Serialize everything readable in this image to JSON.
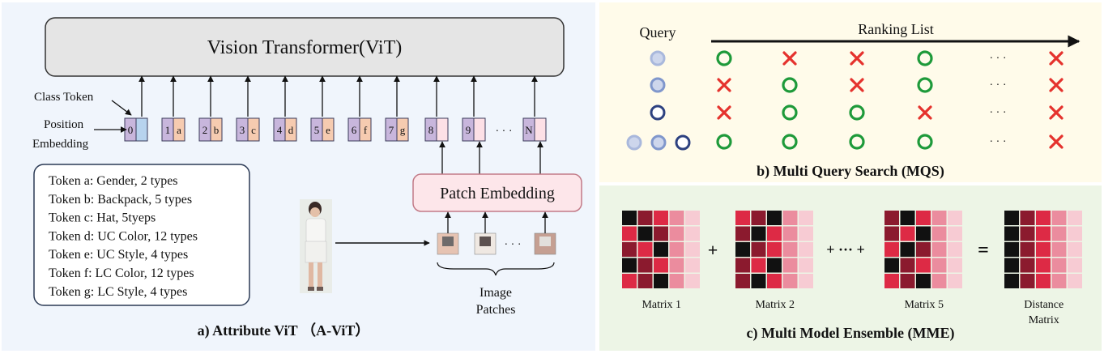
{
  "panel_a": {
    "vit_label": "Vision Transformer(ViT)",
    "class_token_label": "Class Token",
    "position_label_1": "Position",
    "position_label_2": "Embedding",
    "attribute_tokens": [
      {
        "num": "0",
        "letter": ""
      },
      {
        "num": "1",
        "letter": "a"
      },
      {
        "num": "2",
        "letter": "b"
      },
      {
        "num": "3",
        "letter": "c"
      },
      {
        "num": "4",
        "letter": "d"
      },
      {
        "num": "5",
        "letter": "e"
      },
      {
        "num": "6",
        "letter": "f"
      },
      {
        "num": "7",
        "letter": "g"
      }
    ],
    "patch_tokens": [
      {
        "num": "8"
      },
      {
        "num": "9"
      },
      {
        "num": "N"
      }
    ],
    "token_ellipsis": "· · ·",
    "legend": [
      "Token a: Gender, 2 types",
      "Token b: Backpack, 5 types",
      "Token c: Hat, 5tyeps",
      "Token d: UC Color, 12 types",
      "Token e: UC Style, 4 types",
      "Token f: LC Color, 12 types",
      "Token g: LC Style, 4 types"
    ],
    "patch_embedding_label": "Patch Embedding",
    "patch_ellipsis": "· · ·",
    "image_patches_1": "Image",
    "image_patches_2": "Patches",
    "caption": "a) Attribute ViT （A-ViT）"
  },
  "panel_b": {
    "query_label": "Query",
    "ranking_label": "Ranking List",
    "rows": [
      [
        "check",
        "cross",
        "cross",
        "check",
        "ellipsis",
        "cross"
      ],
      [
        "cross",
        "check",
        "cross",
        "check",
        "ellipsis",
        "cross"
      ],
      [
        "cross",
        "check",
        "check",
        "cross",
        "ellipsis",
        "cross"
      ],
      [
        "check",
        "check",
        "check",
        "check",
        "ellipsis",
        "cross"
      ]
    ],
    "ellipsis": "· · ·",
    "caption": "b) Multi Query  Search (MQS)",
    "check_color": "#1e9a3a",
    "cross_color": "#e5322d"
  },
  "panel_c": {
    "matrices": [
      {
        "label": "Matrix 1",
        "label2": ""
      },
      {
        "label": "Matrix 2",
        "label2": ""
      },
      {
        "label": "Matrix 5",
        "label2": ""
      },
      {
        "label": "Distance",
        "label2": "Matrix"
      }
    ],
    "plus": "+",
    "plus_dots_plus": "+ ··· +",
    "equals": "=",
    "caption": "c) Multi Model Ensemble (MME)",
    "cell_colors": {
      "k": "#111111",
      "d": "#8b1a2e",
      "r": "#dd2a45",
      "p": "#eb8c9e",
      "l": "#f7cbd3"
    },
    "grids": [
      [
        "kdrpl",
        "rkdpl",
        "drkpl",
        "kdrpl",
        "rdkpl"
      ],
      [
        "rdkpl",
        "dkrpl",
        "kdrpl",
        "drkpl",
        "dkrpl"
      ],
      [
        "dkrpl",
        "drkpl",
        "rkdpl",
        "kdrpl",
        "rdkpl"
      ],
      [
        "kdrpl",
        "kdrpl",
        "kdrpl",
        "kdrpl",
        "kdrpl"
      ]
    ]
  }
}
